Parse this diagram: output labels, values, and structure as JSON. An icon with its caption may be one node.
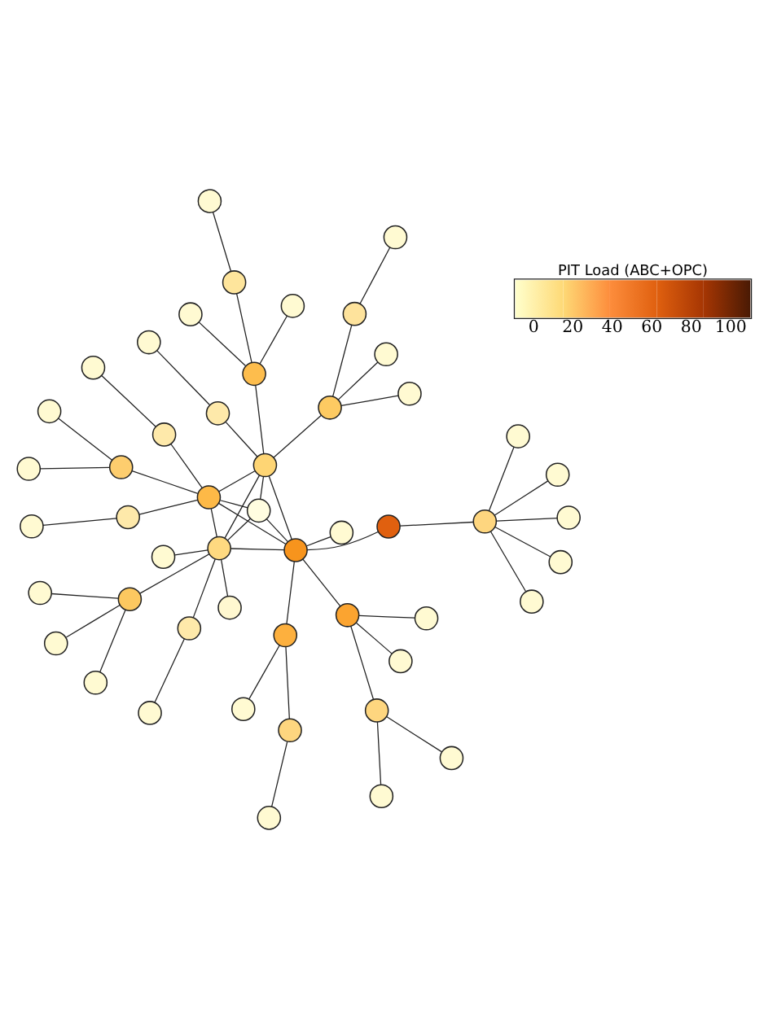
{
  "diagram": {
    "nodes": [
      {
        "text": [],
        "shape": "circle"
      },
      {
        "text": [],
        "shape": "circle"
      },
      {
        "text": [],
        "shape": "circle"
      },
      {
        "text": [],
        "shape": "circle"
      },
      {
        "text": [],
        "shape": "circle"
      },
      {
        "text": [],
        "shape": "circle"
      },
      {
        "text": [],
        "shape": "circle"
      },
      {
        "text": [],
        "shape": "circle"
      },
      {
        "text": [],
        "shape": "circle"
      },
      {
        "text": [],
        "shape": "circle"
      },
      {
        "text": [],
        "shape": "circle"
      },
      {
        "text": [],
        "shape": "circle"
      },
      {
        "text": [],
        "shape": "circle"
      },
      {
        "text": [],
        "shape": "circle"
      },
      {
        "text": [],
        "shape": "circle"
      },
      {
        "text": [],
        "shape": "circle"
      },
      {
        "text": [],
        "shape": "circle"
      },
      {
        "text": [],
        "shape": "circle"
      },
      {
        "text": [],
        "shape": "circle"
      },
      {
        "text": [],
        "shape": "circle"
      },
      {
        "text": [],
        "shape": "circle"
      },
      {
        "text": [],
        "shape": "circle"
      },
      {
        "text": [],
        "shape": "circle"
      },
      {
        "text": [],
        "shape": "circle"
      },
      {
        "text": [],
        "shape": "circle"
      },
      {
        "text": [],
        "shape": "circle"
      },
      {
        "text": [],
        "shape": "circle"
      },
      {
        "text": [],
        "shape": "circle"
      },
      {
        "text": [],
        "shape": "circle"
      },
      {
        "text": [],
        "shape": "circle"
      },
      {
        "text": [],
        "shape": "circle"
      },
      {
        "text": [],
        "shape": "circle"
      },
      {
        "text": [],
        "shape": "circle"
      },
      {
        "text": [],
        "shape": "circle"
      },
      {
        "text": [],
        "shape": "circle"
      },
      {
        "text": [],
        "shape": "circle"
      },
      {
        "text": [],
        "shape": "circle"
      },
      {
        "text": [],
        "shape": "circle"
      },
      {
        "text": [],
        "shape": "circle"
      },
      {
        "text": [],
        "shape": "circle"
      },
      {
        "text": [],
        "shape": "circle"
      },
      {
        "text": [],
        "shape": "circle"
      },
      {
        "text": [],
        "shape": "circle"
      },
      {
        "text": [],
        "shape": "circle"
      },
      {
        "text": [],
        "shape": "circle"
      },
      {
        "text": [],
        "shape": "circle"
      },
      {
        "text": [],
        "shape": "circle"
      },
      {
        "text": [],
        "shape": "circle"
      },
      {
        "text": [],
        "shape": "circle"
      },
      {
        "text": [],
        "shape": "circle"
      }
    ],
    "edges": [
      {
        "from": 0,
        "to": 1,
        "arrow": "none"
      },
      {
        "from": 0,
        "to": 2,
        "arrow": "none"
      },
      {
        "from": 0,
        "to": 3,
        "arrow": "none"
      },
      {
        "from": 5,
        "to": 0,
        "arrow": "none"
      },
      {
        "from": 5,
        "to": 4,
        "arrow": "none"
      },
      {
        "from": 5,
        "to": 6,
        "arrow": "none"
      },
      {
        "from": 5,
        "to": 7,
        "arrow": "none"
      },
      {
        "from": 7,
        "to": 8,
        "arrow": "none"
      },
      {
        "from": 9,
        "to": 10,
        "arrow": "none"
      },
      {
        "from": 9,
        "to": 11,
        "arrow": "none"
      },
      {
        "from": 13,
        "to": 9,
        "arrow": "none"
      },
      {
        "from": 13,
        "to": 12,
        "arrow": "none"
      },
      {
        "from": 13,
        "to": 14,
        "arrow": "none"
      },
      {
        "from": 17,
        "to": 15,
        "arrow": "none"
      },
      {
        "from": 15,
        "to": 16,
        "arrow": "none"
      },
      {
        "from": 17,
        "to": 18,
        "arrow": "none"
      },
      {
        "from": 19,
        "to": 17,
        "arrow": "none"
      },
      {
        "from": 19,
        "to": 13,
        "arrow": "none"
      },
      {
        "from": 19,
        "to": 20,
        "arrow": "none"
      },
      {
        "from": 19,
        "to": 5,
        "arrow": "none"
      },
      {
        "from": 19,
        "to": 26,
        "arrow": "none"
      },
      {
        "from": 19,
        "to": 29,
        "arrow": "none"
      },
      {
        "from": 19,
        "to": 35,
        "arrow": "none"
      },
      {
        "from": 5,
        "to": 26,
        "arrow": "none"
      },
      {
        "from": 5,
        "to": 29,
        "arrow": "none"
      },
      {
        "from": 5,
        "to": 35,
        "arrow": "none"
      },
      {
        "from": 26,
        "to": 29,
        "arrow": "none"
      },
      {
        "from": 26,
        "to": 35,
        "arrow": "none"
      },
      {
        "from": 29,
        "to": 35,
        "arrow": "none"
      },
      {
        "from": 26,
        "to": 21,
        "arrow": "none"
      },
      {
        "from": 21,
        "to": 22,
        "arrow": "none"
      },
      {
        "from": 21,
        "to": 23,
        "arrow": "none"
      },
      {
        "from": 21,
        "to": 24,
        "arrow": "none"
      },
      {
        "from": 24,
        "to": 25,
        "arrow": "none"
      },
      {
        "from": 26,
        "to": 27,
        "arrow": "none"
      },
      {
        "from": 27,
        "to": 28,
        "arrow": "none"
      },
      {
        "from": 26,
        "to": 30,
        "arrow": "none"
      },
      {
        "from": 30,
        "to": 31,
        "arrow": "none"
      },
      {
        "from": 30,
        "to": 32,
        "arrow": "none"
      },
      {
        "from": 30,
        "to": 33,
        "arrow": "none"
      },
      {
        "from": 33,
        "to": 34,
        "arrow": "none"
      },
      {
        "from": 35,
        "to": 36,
        "arrow": "none"
      },
      {
        "from": 36,
        "to": 37,
        "arrow": "none"
      },
      {
        "from": 35,
        "to": 38,
        "arrow": "none"
      },
      {
        "from": 38,
        "to": 39,
        "arrow": "none"
      },
      {
        "from": 35,
        "to": 40,
        "arrow": "none"
      },
      {
        "from": 40,
        "to": 41,
        "arrow": "none"
      },
      {
        "from": 40,
        "to": 42,
        "arrow": "none"
      },
      {
        "from": 19,
        "to": 43,
        "arrow": "none"
      },
      {
        "from": 43,
        "to": 44,
        "arrow": "none"
      },
      {
        "from": 44,
        "to": 45,
        "arrow": "none"
      },
      {
        "from": 44,
        "to": 46,
        "arrow": "none"
      },
      {
        "from": 44,
        "to": 47,
        "arrow": "none"
      },
      {
        "from": 44,
        "to": 48,
        "arrow": "none"
      },
      {
        "from": 44,
        "to": 49,
        "arrow": "none"
      }
    ],
    "labels": [
      "PIT Load (ABC+OPC)",
      "0",
      "20",
      "40",
      "60",
      "80",
      "100"
    ]
  }
}
